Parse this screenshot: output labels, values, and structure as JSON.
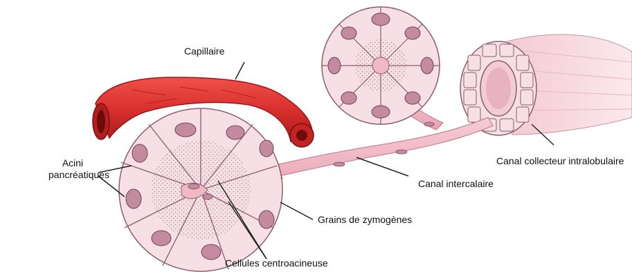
{
  "labels": {
    "capillary": "Capillaire",
    "acini_line1": "Acini",
    "acini_line2": "pancréatiques",
    "intercalated_duct": "Canal intercalaire",
    "collecting_duct": "Canal collecteur intralobulaire",
    "zymogen_granules": "Grains de zymogènes",
    "centroacinar_cells": "Cellules centroacineuse"
  },
  "colors": {
    "capillary": "#d9302f",
    "capillary_dark": "#9e1515",
    "cell_fill": "#f7dfe6",
    "cell_stroke": "#8a5e6a",
    "nucleus": "#c48ba0",
    "nucleus_stroke": "#6e4454",
    "duct": "#f0b9c6",
    "leader": "#222222"
  }
}
